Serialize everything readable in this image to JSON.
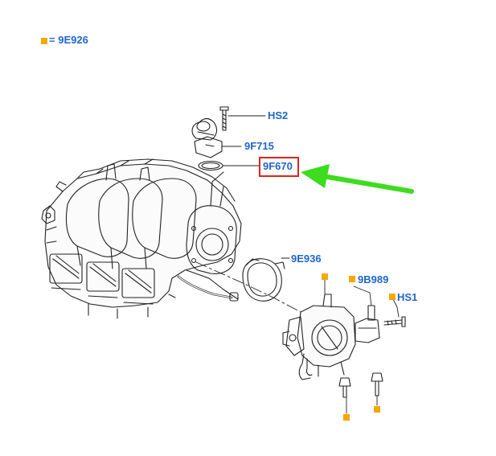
{
  "legend": {
    "marker_color": "#f5a800",
    "equals": "=",
    "code": "9E926"
  },
  "callouts": {
    "hs2": "HS2",
    "p9f715": "9F715",
    "p9f670": "9F670",
    "p9e936": "9E936",
    "p9b989": "9B989",
    "hs1": "HS1"
  },
  "colors": {
    "label": "#1f66c9",
    "highlight_box": "#e0221c",
    "arrow": "#3ddc1e",
    "marker": "#f5a800",
    "linework": "#222222"
  }
}
